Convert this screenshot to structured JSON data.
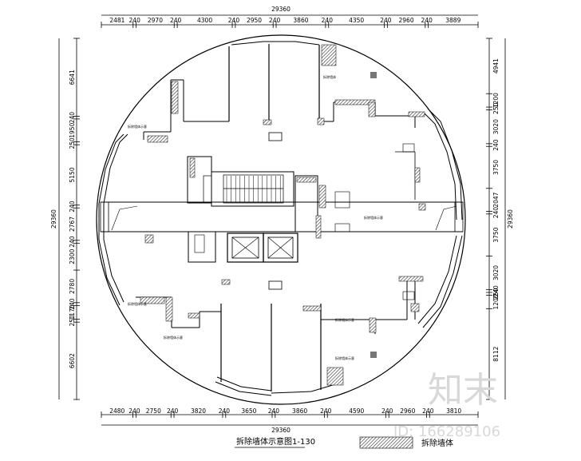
{
  "top": {
    "total": "29360",
    "segments": [
      "2481",
      "240",
      "2970",
      "240",
      "4300",
      "240",
      "2950",
      "240",
      "3860",
      "240",
      "4350",
      "240",
      "2960",
      "240",
      "3889"
    ]
  },
  "bottom": {
    "total": "29360",
    "segments": [
      "2480",
      "240",
      "2750",
      "240",
      "3820",
      "240",
      "3650",
      "240",
      "3860",
      "240",
      "4590",
      "240",
      "2960",
      "240",
      "3810"
    ]
  },
  "left": {
    "total": "29360",
    "segments": [
      "6641",
      "240",
      "1950",
      "250",
      "5150",
      "240",
      "2767",
      "240",
      "2300",
      "2780",
      "240",
      "1170",
      "250",
      "6602"
    ]
  },
  "right": {
    "total": "29360",
    "segments": [
      "4941",
      "1200",
      "250",
      "3020",
      "240",
      "3750",
      "2047",
      "240",
      "3750",
      "3020",
      "240",
      "250",
      "1200",
      "8112"
    ]
  },
  "plan_title": "拆除墙体示意图1-130",
  "legend_label": "拆除墙体",
  "watermark": {
    "logo": "知末",
    "id": "ID: 166289106"
  },
  "annotations": {
    "a1": "拆除墙体示意",
    "a2": "拆除墙体",
    "a3": "拆除墙体示意",
    "a4": "拆除墙体示意",
    "a5": "拆除墙体示意",
    "a6": "拆除墙体示意",
    "a7": "拆除墙体示意"
  },
  "colors": {
    "line": "#000000",
    "hatch": "#555555",
    "watermark": "#d8d8d8"
  }
}
